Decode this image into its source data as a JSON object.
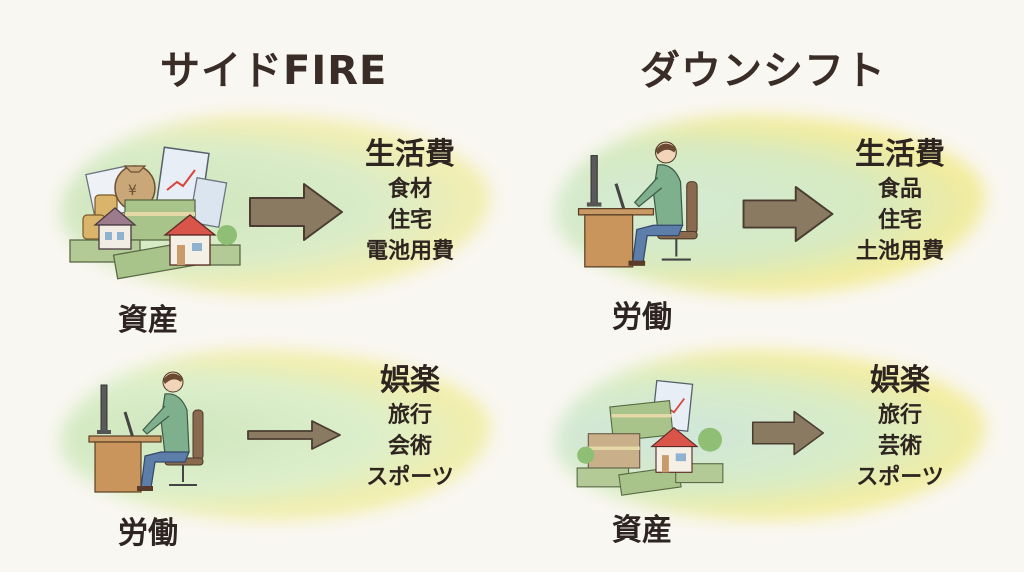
{
  "columns": [
    {
      "title": "サイドFIRE",
      "rows": [
        {
          "source_label": "資産",
          "source_icon": "assets-illustration-icon",
          "arrow": "thick-arrow-icon",
          "target": {
            "heading": "生活費",
            "items": [
              "食材",
              "住宅",
              "電池用費"
            ]
          }
        },
        {
          "source_label": "労働",
          "source_icon": "worker-at-desk-illustration-icon",
          "arrow": "thin-arrow-icon",
          "target": {
            "heading": "娯楽",
            "items": [
              "旅行",
              "会術",
              "スポーツ"
            ]
          }
        }
      ]
    },
    {
      "title": "ダウンシフト",
      "rows": [
        {
          "source_label": "労働",
          "source_icon": "worker-at-desk-illustration-icon",
          "arrow": "thick-arrow-icon",
          "target": {
            "heading": "生活費",
            "items": [
              "食品",
              "住宅",
              "土池用費"
            ]
          }
        },
        {
          "source_label": "資産",
          "source_icon": "assets-illustration-icon",
          "arrow": "thick-arrow-icon",
          "target": {
            "heading": "娯楽",
            "items": [
              "旅行",
              "芸術",
              "スポーツ"
            ]
          }
        }
      ]
    }
  ],
  "colors": {
    "background": "#f9f7f1",
    "text": "#2e2420",
    "arrow_fill": "#8a7a62",
    "arrow_stroke": "#4a3d30",
    "wash_green": "#cfe5b8",
    "wash_yellow": "#f5ec9a",
    "wash_teal": "#c9e6dc"
  }
}
